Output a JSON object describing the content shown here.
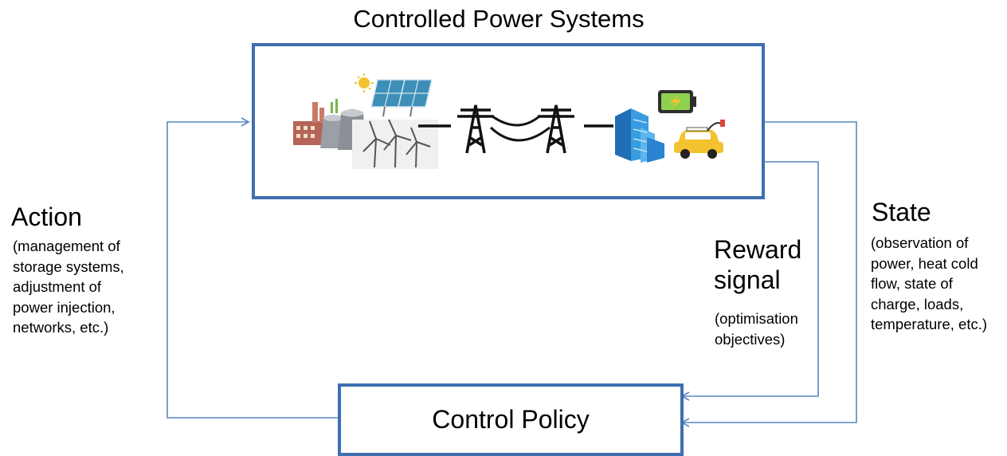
{
  "diagram": {
    "title": "Controlled Power Systems",
    "policy": {
      "label": "Control Policy"
    },
    "action": {
      "heading": "Action",
      "description_lines": [
        "(management of",
        "storage systems,",
        "adjustment of",
        "power injection,",
        "networks, etc.)"
      ]
    },
    "state": {
      "heading": "State",
      "description_lines": [
        "(observation of",
        "power, heat cold",
        "flow, state of",
        "charge, loads,",
        "temperature, etc.)"
      ]
    },
    "reward": {
      "heading_lines": [
        "Reward",
        "signal"
      ],
      "description_lines": [
        "(optimisation",
        "objectives)"
      ]
    },
    "icons": [
      "factory-icon",
      "cooling-tower-icon",
      "solar-panel-icon",
      "sun-icon",
      "wind-turbine-icon",
      "transmission-tower-icon",
      "building-icon",
      "battery-icon",
      "electric-car-icon"
    ],
    "colors": {
      "box_border": "#3f6fb0",
      "arrow": "#5a86c2"
    }
  }
}
